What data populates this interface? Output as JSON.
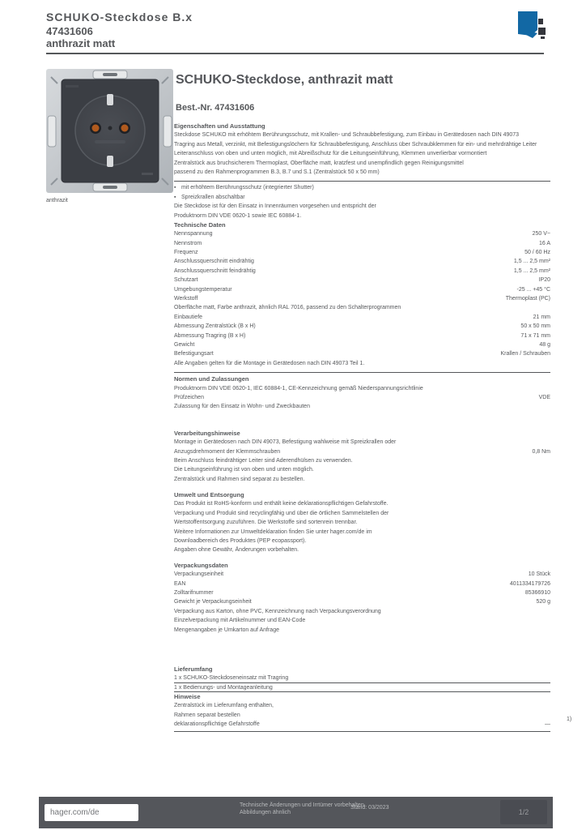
{
  "header": {
    "product_line": "SCHUKO-Steckdose B.x",
    "ref_number": "47431606",
    "ref_variant": "anthrazit matt",
    "brand": "berker"
  },
  "product_image": {
    "alt": "SCHUKO-Steckdose anthrazit mit Tragring",
    "caption": "anthrazit"
  },
  "main": {
    "title": "SCHUKO-Steckdose, anthrazit matt",
    "subtitle": "Best.-Nr. 47431606"
  },
  "colors": {
    "ink": "#55575a",
    "accent_blue": "#1268a4",
    "footer_band": "#54565b",
    "socket_plate": "#3b3e44"
  },
  "sections_rows": [
    {
      "t": "h",
      "text": "Eigenschaften und Ausstattung"
    },
    {
      "t": "t",
      "text": "Steckdose SCHUKO mit erhöhtem Berührungsschutz, mit Krallen- und Schraubbefestigung, zum Einbau in Gerätedosen nach DIN 49073"
    },
    {
      "t": "t",
      "text": "Tragring aus Metall, verzinkt, mit Befestigungslöchern für Schraubbefestigung, Anschluss über Schraubklemmen für ein- und mehrdrähtige Leiter"
    },
    {
      "t": "t",
      "text": "Leiteranschluss von oben und unten möglich, mit Abreißschutz für die Leitungseinführung, Klemmen unverlierbar vormontiert"
    },
    {
      "t": "t",
      "text": "Zentralstück aus bruchsicherem Thermoplast, Oberfläche matt, kratzfest und unempfindlich gegen Reinigungsmittel"
    },
    {
      "t": "t",
      "text": "passend zu den Rahmenprogrammen B.3, B.7 und S.1 (Zentralstück 50 x 50 mm)"
    },
    {
      "t": "rule"
    },
    {
      "t": "b",
      "text": "mit erhöhtem Berührungsschutz (integrierter Shutter)"
    },
    {
      "t": "b",
      "text": "Spreizkrallen abschaltbar"
    },
    {
      "t": "t",
      "text": "Die Steckdose ist für den Einsatz in Innenräumen vorgesehen und entspricht der"
    },
    {
      "t": "t",
      "text": "Produktnorm DIN VDE 0620-1 sowie IEC 60884-1."
    },
    {
      "t": "h",
      "text": "Technische Daten"
    },
    {
      "t": "kv",
      "text": "Nennspannung",
      "v": "250 V~"
    },
    {
      "t": "kv",
      "text": "Nennstrom",
      "v": "16 A"
    },
    {
      "t": "kv",
      "text": "Frequenz",
      "v": "50 / 60 Hz"
    },
    {
      "t": "kv",
      "text": "Anschlussquerschnitt eindrähtig",
      "v": "1,5 ... 2,5 mm²"
    },
    {
      "t": "kv",
      "text": "Anschlussquerschnitt feindrähtig",
      "v": "1,5 ... 2,5 mm²"
    },
    {
      "t": "kv",
      "text": "Schutzart",
      "v": "IP20"
    },
    {
      "t": "kv",
      "text": "Umgebungstemperatur",
      "v": "-25 ... +45 °C"
    },
    {
      "t": "kv",
      "text": "Werkstoff",
      "v": "Thermoplast (PC)"
    },
    {
      "t": "t",
      "text": "Oberfläche matt, Farbe anthrazit, ähnlich RAL 7016, passend zu den Schalterprogrammen"
    },
    {
      "t": "kv",
      "text": "Einbautiefe",
      "v": "21 mm"
    },
    {
      "t": "kv",
      "text": "Abmessung Zentralstück (B x H)",
      "v": "50 x 50 mm"
    },
    {
      "t": "kv",
      "text": "Abmessung Tragring (B x H)",
      "v": "71 x 71 mm"
    },
    {
      "t": "kv",
      "text": "Gewicht",
      "v": "48 g"
    },
    {
      "t": "kv",
      "text": "Befestigungsart",
      "v": "Krallen / Schrauben"
    },
    {
      "t": "t",
      "text": "Alle Angaben gelten für die Montage in Gerätedosen nach DIN 49073 Teil 1."
    },
    {
      "t": "rule"
    },
    {
      "t": "h",
      "text": "Normen und Zulassungen"
    },
    {
      "t": "t",
      "text": "Produktnorm DIN VDE 0620-1, IEC 60884-1, CE-Kennzeichnung gemäß Niederspannungsrichtlinie"
    },
    {
      "t": "kv",
      "text": "Prüfzeichen",
      "v": "VDE"
    },
    {
      "t": "t",
      "text": "Zulassung für den Einsatz in Wohn- und Zweckbauten"
    },
    {
      "t": "gap",
      "h": 21
    },
    {
      "t": "h",
      "text": "Verarbeitungshinweise"
    },
    {
      "t": "t",
      "text": "Montage in Gerätedosen nach DIN 49073, Befestigung wahlweise mit Spreizkrallen oder"
    },
    {
      "t": "kv",
      "text": "Anzugsdrehmoment der Klemmschrauben",
      "v": "0,8 Nm"
    },
    {
      "t": "t",
      "text": "Beim Anschluss feindrähtiger Leiter sind Aderendhülsen zu verwenden."
    },
    {
      "t": "t",
      "text": "Die Leitungseinführung ist von oben und unten möglich."
    },
    {
      "t": "t",
      "text": "Zentralstück und Rahmen sind separat zu bestellen."
    },
    {
      "t": "gap",
      "h": 8
    },
    {
      "t": "h",
      "text": "Umwelt und Entsorgung"
    },
    {
      "t": "t",
      "text": "Das Produkt ist RoHS-konform und enthält keine deklarationspflichtigen Gefahrstoffe."
    },
    {
      "t": "t",
      "text": "Verpackung und Produkt sind recyclingfähig und über die örtlichen Sammelstellen der"
    },
    {
      "t": "t",
      "text": "Wertstoffentsorgung zuzuführen. Die Werkstoffe sind sortenrein trennbar."
    },
    {
      "t": "t",
      "text": "Weitere Informationen zur Umweltdeklaration finden Sie unter hager.com/de im"
    },
    {
      "t": "t",
      "text": "Downloadbereich des Produktes (PEP ecopassport)."
    },
    {
      "t": "t",
      "text": "Angaben ohne Gewähr, Änderungen vorbehalten."
    },
    {
      "t": "gap",
      "h": 7
    },
    {
      "t": "h",
      "text": "Verpackungsdaten"
    },
    {
      "t": "kv",
      "text": "Verpackungseinheit",
      "v": "10 Stück"
    },
    {
      "t": "kv",
      "text": "EAN",
      "v": "4011334179726"
    },
    {
      "t": "kv",
      "text": "Zolltarifnummer",
      "v": "85366910"
    },
    {
      "t": "kv",
      "text": "Gewicht je Verpackungseinheit",
      "v": "520 g"
    },
    {
      "t": "t",
      "text": "Verpackung aus Karton, ohne PVC, Kennzeichnung nach Verpackungsverordnung"
    },
    {
      "t": "t",
      "text": "Einzelverpackung mit Artikelnummer und EAN-Code"
    },
    {
      "t": "t",
      "text": "Mengenangaben je Umkarton auf Anfrage"
    },
    {
      "t": "gap",
      "h": 37
    },
    {
      "t": "h",
      "text": "Lieferumfang"
    },
    {
      "t": "ub",
      "text": "1 x SCHUKO-Steckdoseneinsatz mit Tragring"
    },
    {
      "t": "ub",
      "text": "1 x Bedienungs- und Montageanleitung"
    },
    {
      "t": "h2",
      "text": "Hinweise"
    },
    {
      "t": "t",
      "text": "Zentralstück im Lieferumfang enthalten,"
    },
    {
      "t": "t",
      "text": "Rahmen separat bestellen"
    },
    {
      "t": "kv",
      "text": "deklarationspflichtige Gefahrstoffe",
      "v": "—"
    },
    {
      "t": "rule2"
    }
  ],
  "footnote_mark": "1)",
  "footer": {
    "link": "hager.com/de",
    "note_line1": "Technische Änderungen und Irrtümer vorbehalten.",
    "note_line2": "Abbildungen ähnlich",
    "date": "Stand: 03/2023",
    "page": "1/2"
  }
}
